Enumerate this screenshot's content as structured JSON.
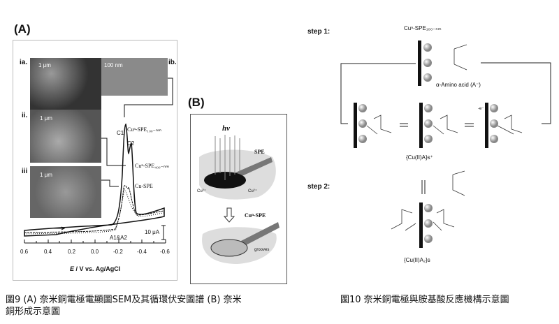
{
  "panel_a": {
    "label": "(A)",
    "sem_labels": {
      "ia": "ia.",
      "ib": "ib.",
      "ii": "ii.",
      "iii": "iii"
    },
    "scale_bars": {
      "ia": "1 μm",
      "ib": "100 nm",
      "ii": "1 μm",
      "iii": "1 μm"
    },
    "curve_labels": {
      "c1": "C1",
      "c2": "C2",
      "cu_spe_100": "Cuⁿ-SPE₁₀₀₋ₙₘ",
      "cu_spe_400": "Cuⁿ-SPE₄₀₀₋ₙₘ",
      "cu_spe": "Cu-SPE",
      "a1a2": "A1&A2",
      "scale": "10 μA"
    },
    "x_ticks": [
      "0.6",
      "0.4",
      "0.2",
      "0.0",
      "-0.2",
      "-0.4",
      "-0.6"
    ],
    "x_label_italic": "E",
    "x_label_rest": " / V vs. Ag/AgCl"
  },
  "panel_b": {
    "label": "(B)",
    "hv": "hν",
    "spe": "SPE",
    "cu_left": "Cu²⁺",
    "cu_right": "Cu²⁺",
    "cun_spe": "Cuⁿ-SPE",
    "grooves": "grooves"
  },
  "scheme": {
    "step1": "step 1:",
    "step2": "step 2:",
    "electrode_label": "Cuⁿ-SPE₁₀₀₋ₙₘ",
    "amino_acid_label": "α-Amino acid (A⁻)",
    "complex1": "{Cu(II)A}s⁺",
    "complex2": "{Cu(II)A₂}s",
    "electron": "-e⁻"
  },
  "captions": {
    "fig9_line1": "圖9 (A) 奈米銅電極電顯圖SEM及其循環伏安圖譜 (B) 奈米",
    "fig9_line2": "銅形成示意圖",
    "fig10": "圖10 奈米銅電極與胺基酸反應機構示意圖"
  }
}
